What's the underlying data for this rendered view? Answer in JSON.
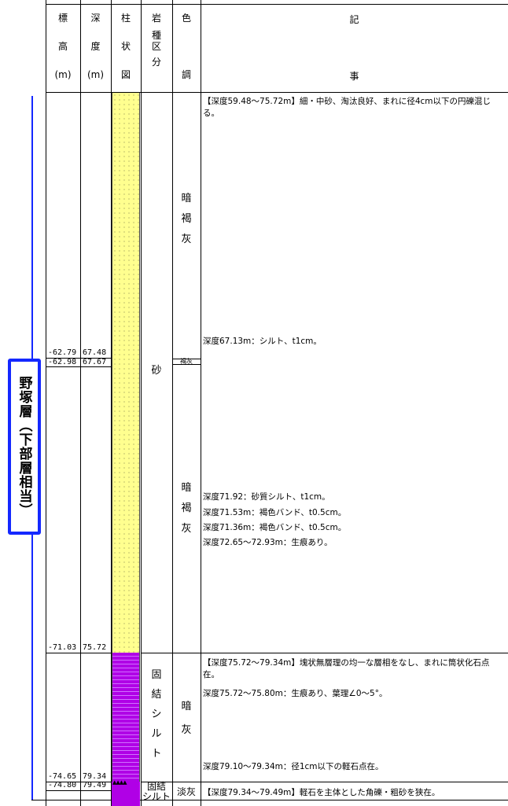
{
  "header": {
    "elevation": [
      "標",
      "高",
      "(m)"
    ],
    "depth": [
      "深",
      "度",
      "(m)"
    ],
    "column": [
      "柱",
      "状",
      "図"
    ],
    "rock": [
      "岩",
      "種",
      "区",
      "分"
    ],
    "color": [
      "色",
      "",
      "調"
    ],
    "notes_top": "記",
    "notes_bottom": "事"
  },
  "formation_label": "野塚層（下部層相当）",
  "levels": [
    {
      "elev": "-62.79",
      "depth": "67.48"
    },
    {
      "elev": "-62.98",
      "depth": "67.67"
    },
    {
      "elev": "-71.03",
      "depth": "75.72"
    },
    {
      "elev": "-74.65",
      "depth": "79.34"
    },
    {
      "elev": "-74.80",
      "depth": "79.49"
    }
  ],
  "rock_types": {
    "sand": "砂",
    "silt": [
      "固",
      "結",
      "シ",
      "ル",
      "ト"
    ],
    "bottom": "固結\nシルト"
  },
  "colors": {
    "upper": [
      "暗",
      "褐",
      "灰"
    ],
    "thin": "褐灰",
    "middle": [
      "暗",
      "褐",
      "灰"
    ],
    "silt": [
      "暗",
      "灰"
    ],
    "bottom": "淡灰"
  },
  "notes": {
    "n1": "【深度59.48～75.72m】細・中砂、淘汰良好、まれに径4cm以下の円礫混じる。",
    "n2": "深度67.13m：シルト、t1cm。",
    "n3": "深度71.92：砂質シルト、t1cm。",
    "n4": "深度71.53m：褐色バンド、t0.5cm。",
    "n5": "深度71.36m：褐色バンド、t0.5cm。",
    "n6": "深度72.65～72.93m：生痕あり。",
    "n7": "【深度75.72～79.34m】塊状無層理の均一な層相をなし、まれに筒状化石点在。",
    "n8": "深度75.72～75.80m：生痕あり、葉理∠0～5°。",
    "n9": "深度79.10～79.34m：径1cm以下の軽石点在。",
    "n10": "【深度79.34～79.49m】軽石を主体とした角礫・粗砂を狭在。"
  },
  "colors_hex": {
    "sand": "#ffff8f",
    "silt": "#b000e6",
    "frame": "#1428ff"
  }
}
